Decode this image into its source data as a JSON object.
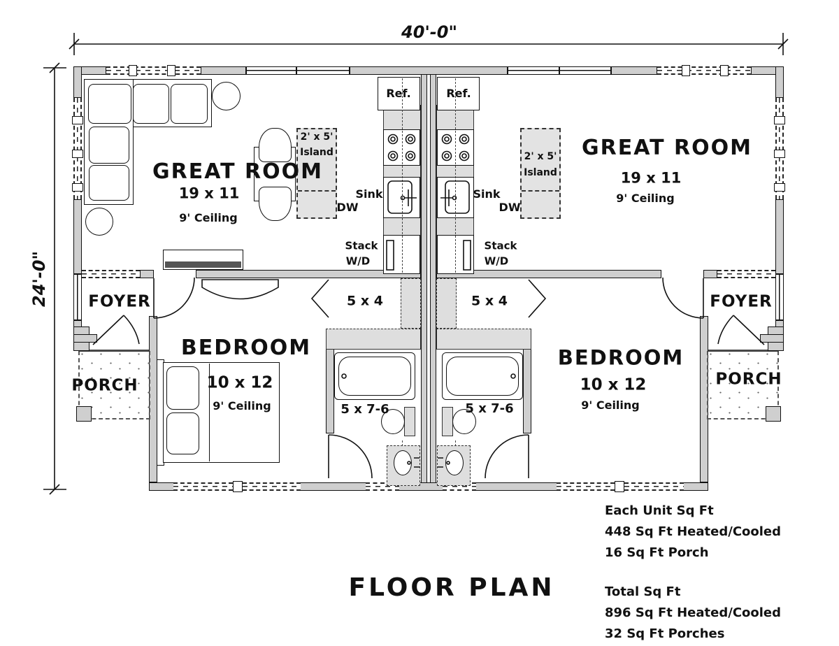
{
  "dimensions": {
    "width_label": "40'-0\"",
    "height_label": "24'-0\""
  },
  "title": "FLOOR PLAN",
  "labels": {
    "great_room": "GREAT ROOM",
    "great_room_size": "19 x 11",
    "ceiling": "9' Ceiling",
    "bedroom": "BEDROOM",
    "bedroom_size": "10 x 12",
    "foyer": "FOYER",
    "porch": "PORCH",
    "hall_size": "5 x 4",
    "bath_size": "5 x 7-6",
    "ref": "Ref.",
    "sink": "Sink",
    "dw": "DW",
    "stack": "Stack",
    "wd": "W/D",
    "island_size": "2' x 5'",
    "island": "Island"
  },
  "notes": {
    "each_unit_header": "Each Unit Sq Ft",
    "each_unit_heated": "448 Sq Ft Heated/Cooled",
    "each_unit_porch": "16 Sq Ft Porch",
    "total_header": "Total Sq Ft",
    "total_heated": "896 Sq Ft Heated/Cooled",
    "total_porches": "32 Sq Ft Porches"
  }
}
